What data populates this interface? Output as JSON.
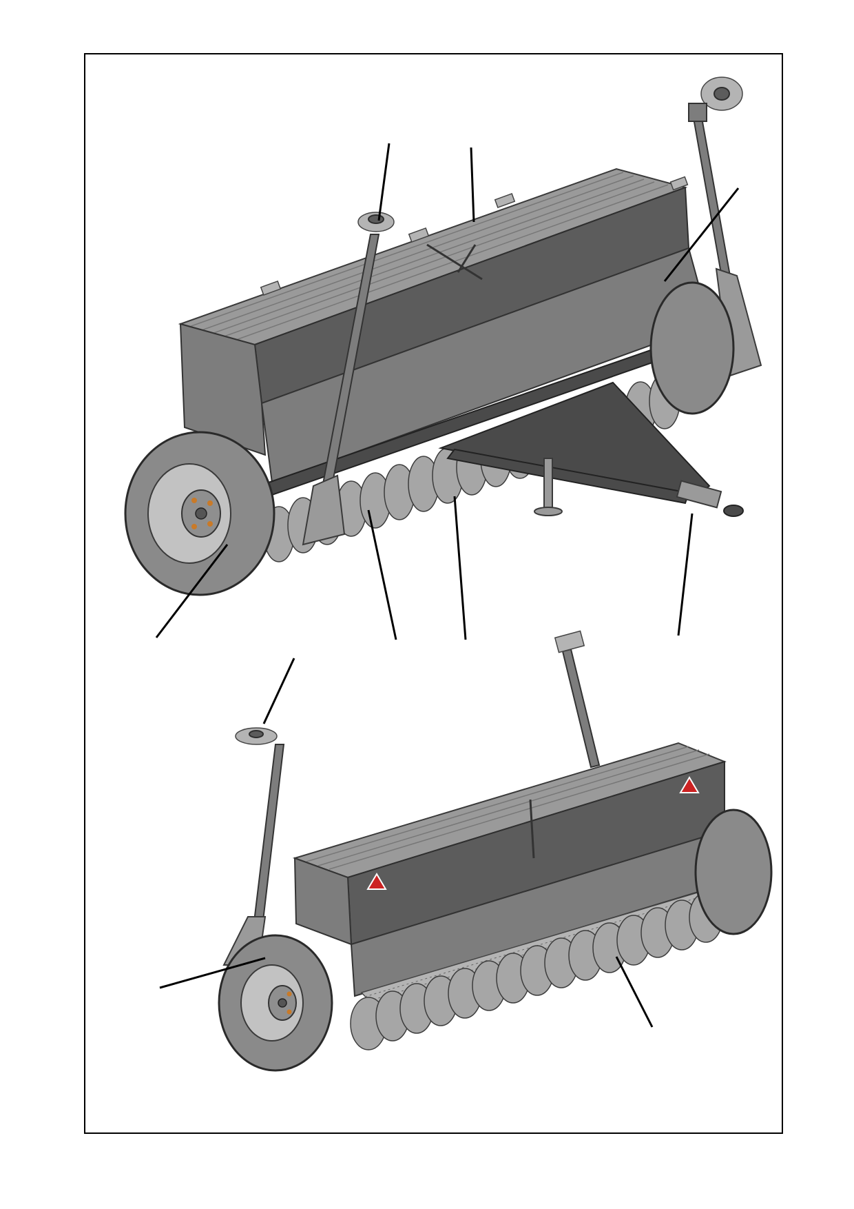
{
  "figure": {
    "views": [
      {
        "name": "front-three-quarter-view"
      },
      {
        "name": "rear-three-quarter-view"
      }
    ],
    "colors": {
      "frame": "#000000",
      "machine_dark": "#5c5c5c",
      "machine_mid": "#7d7d7d",
      "machine_light": "#9a9a9a",
      "warning_triangle": "#cc2222"
    },
    "callout_count": 10
  }
}
